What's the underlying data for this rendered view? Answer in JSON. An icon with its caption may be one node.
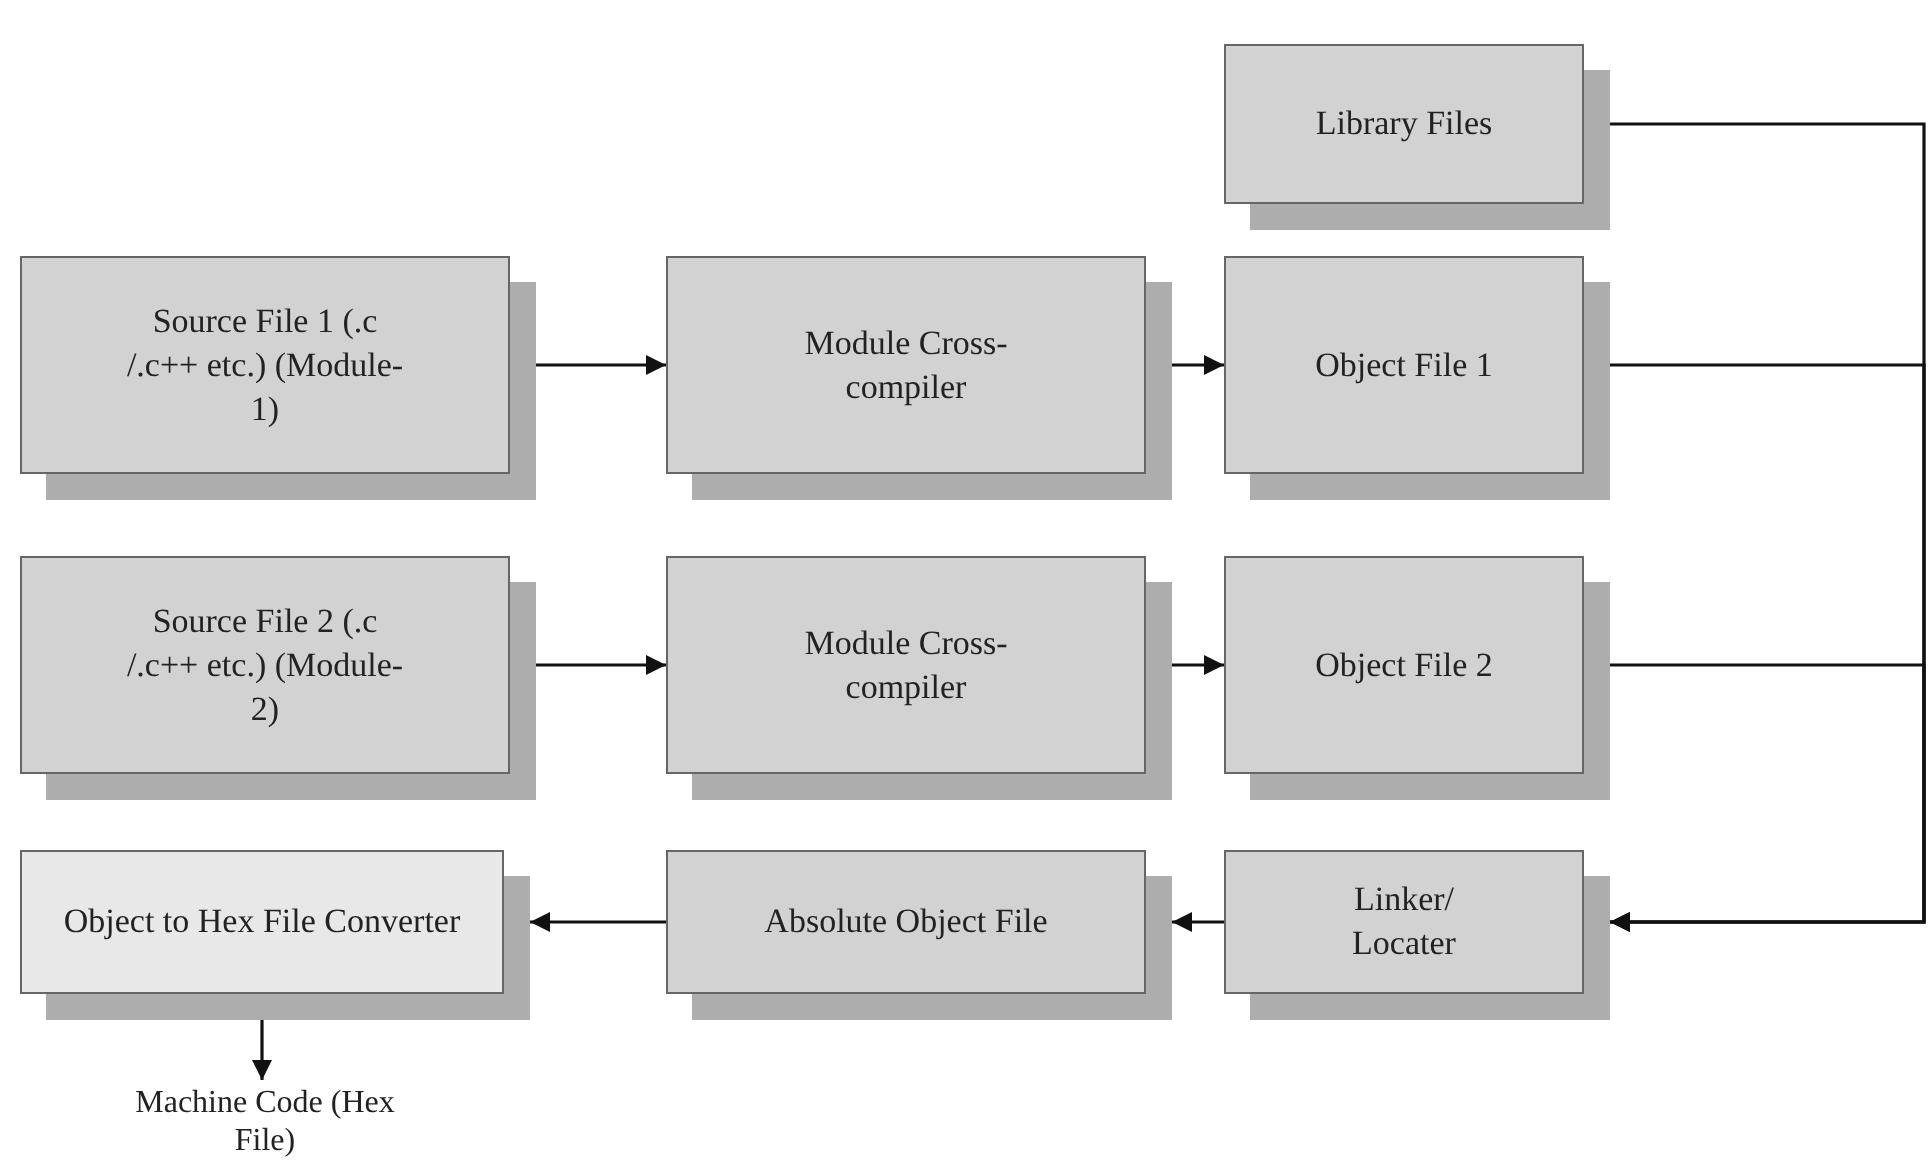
{
  "diagram": {
    "nodes": [
      {
        "text": [
          "Library Files"
        ]
      },
      {
        "text": [
          "Source File 1 (.c /.c++ etc.) (Module-1)"
        ]
      },
      {
        "text": [
          "Module Cross-compiler"
        ]
      },
      {
        "text": [
          "Object File 1"
        ]
      },
      {
        "text": [
          "Source File 2 (.c /.c++ etc.) (Module-2)"
        ]
      },
      {
        "text": [
          "Module Cross-compiler"
        ]
      },
      {
        "text": [
          "Object File 2"
        ]
      },
      {
        "text": [
          "Object to Hex File Converter"
        ]
      },
      {
        "text": [
          "Absolute Object File"
        ]
      },
      {
        "text": [
          "Linker/ Locater"
        ]
      },
      {
        "text": [
          "Machine Code (Hex File)"
        ]
      }
    ],
    "edges": [
      {
        "from": 1,
        "to": 2,
        "arrow": "to"
      },
      {
        "from": 2,
        "to": 3,
        "arrow": "to"
      },
      {
        "from": 4,
        "to": 5,
        "arrow": "to"
      },
      {
        "from": 5,
        "to": 6,
        "arrow": "to"
      },
      {
        "from": 0,
        "to": 9,
        "arrow": "to"
      },
      {
        "from": 3,
        "to": 9,
        "arrow": "to"
      },
      {
        "from": 6,
        "to": 9,
        "arrow": "to"
      },
      {
        "from": 9,
        "to": 8,
        "arrow": "to"
      },
      {
        "from": 8,
        "to": 7,
        "arrow": "to"
      },
      {
        "from": 7,
        "to": 10,
        "arrow": "to"
      }
    ]
  }
}
